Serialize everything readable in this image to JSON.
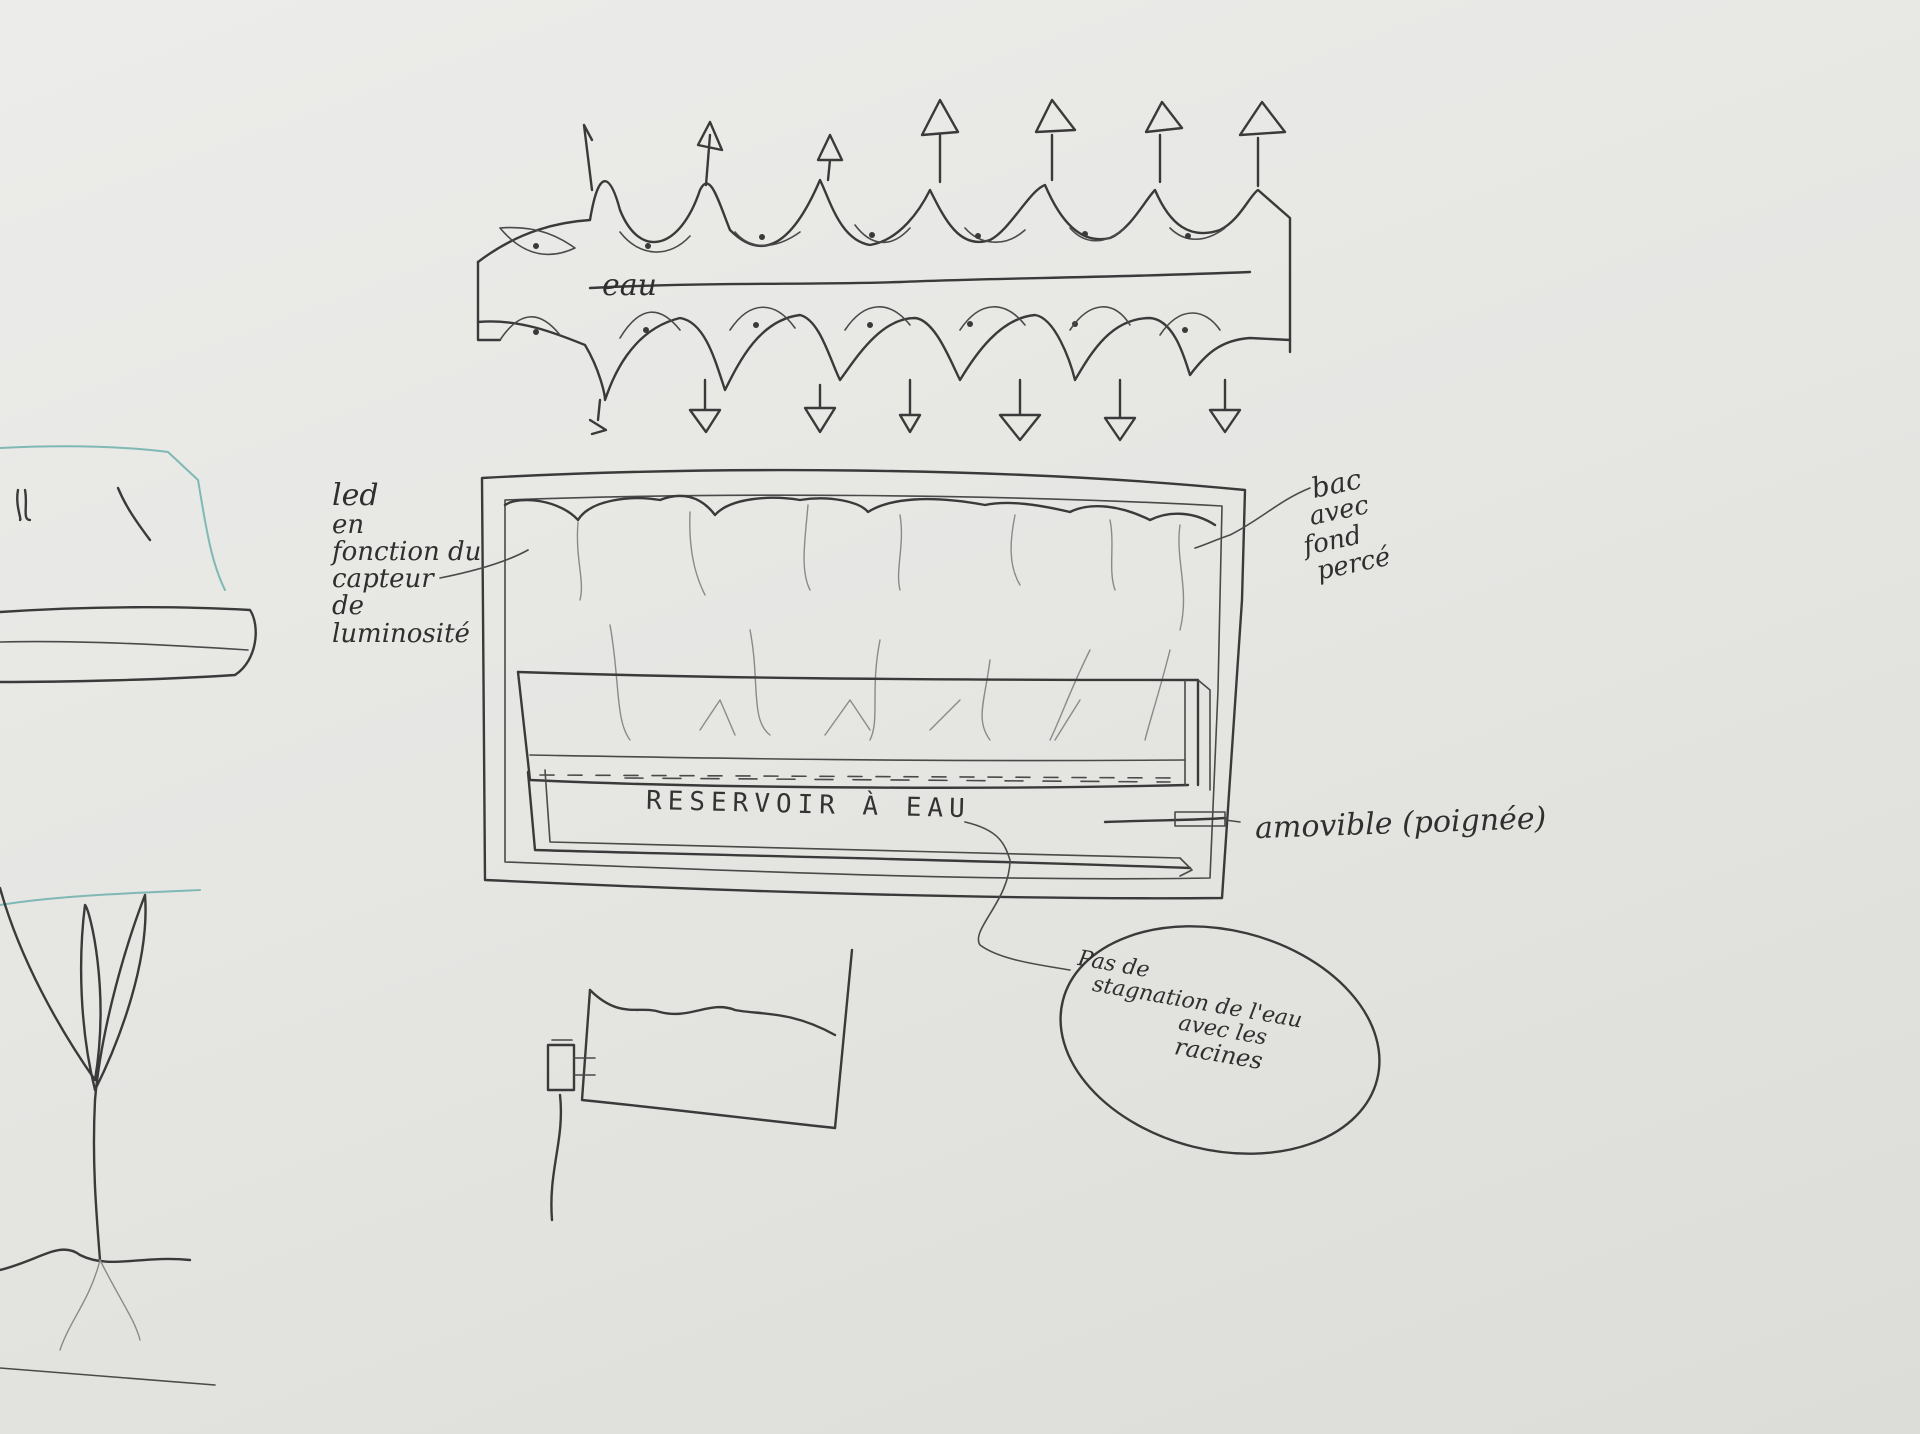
{
  "labels": {
    "water": "eau",
    "led_line1": "led",
    "led_line2": "en",
    "led_line3": "fonction du",
    "led_line4": "capteur",
    "led_line5": "de",
    "led_line6": "luminosité",
    "tray_line1": "bac",
    "tray_line2": "avec",
    "tray_line3": "fond",
    "tray_line4": "percé",
    "reservoir": "RESERVOIR À EAU",
    "handle": "amovible (poignée)",
    "note_line1": "Pas de",
    "note_line2": "stagnation de l'eau",
    "note_line3": "avec les",
    "note_line4": "racines"
  }
}
